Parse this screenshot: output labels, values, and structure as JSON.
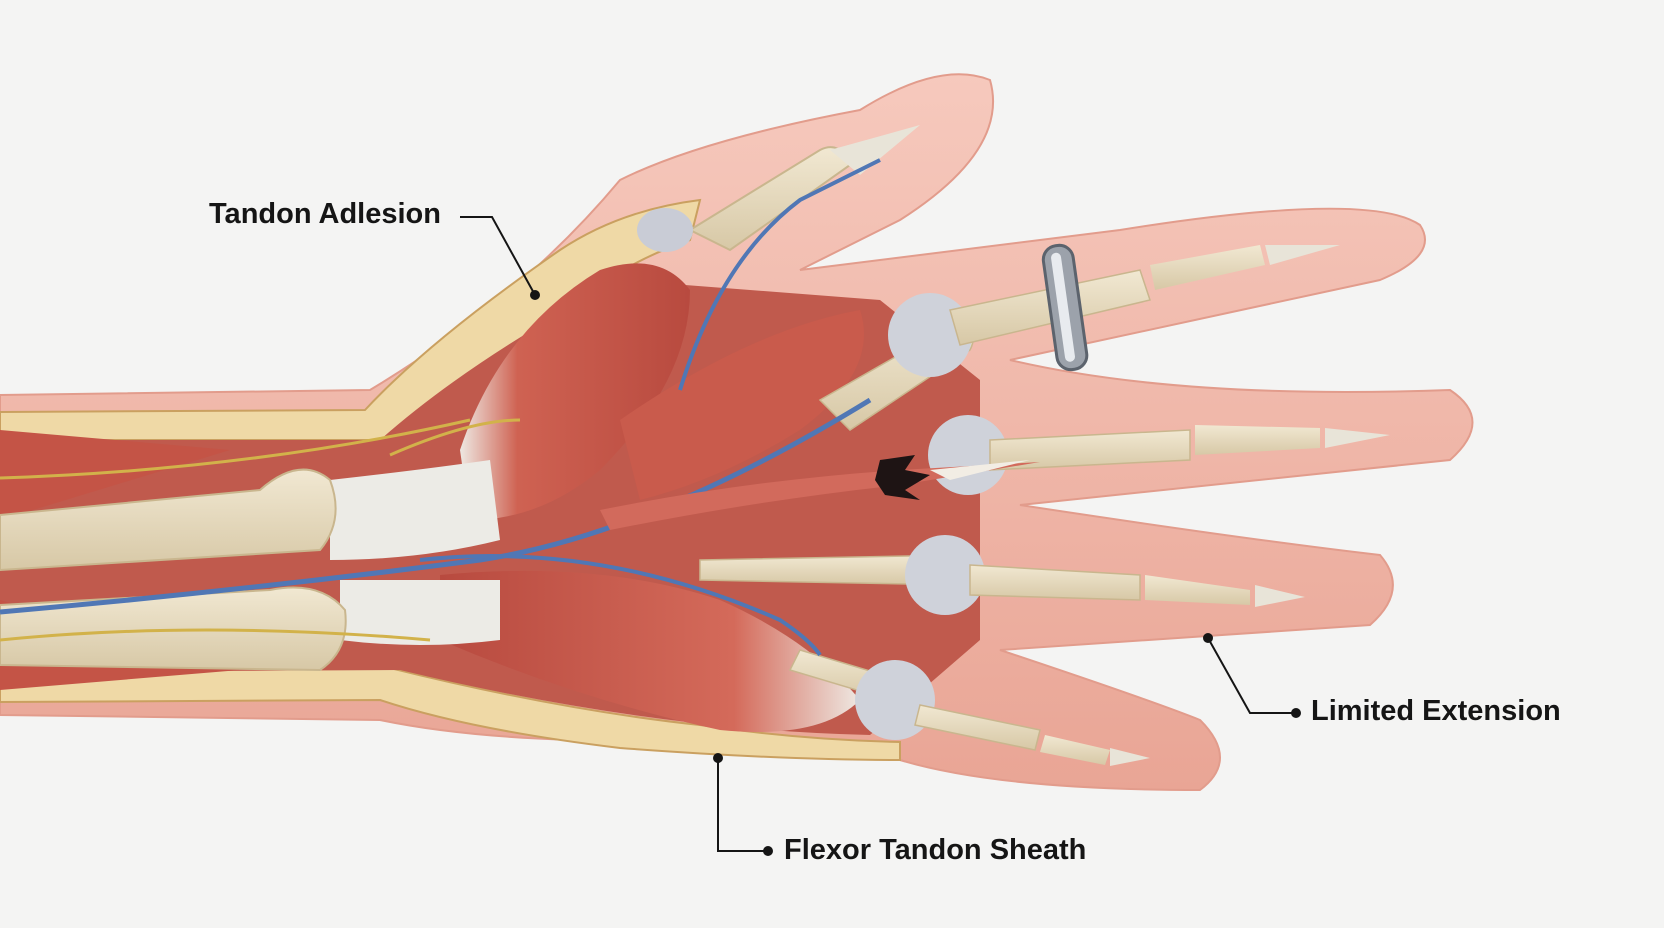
{
  "labels": {
    "tendon_adhesion": "Tandon Adlesion",
    "limited_extension": "Limited Extension",
    "flexor_sheath": "Flexor Tandon Sheath"
  },
  "colors": {
    "background": "#f4f4f3",
    "skin": "#f0b7a8",
    "muscle": "#c8574a",
    "bone": "#e8dcc0",
    "cartilage": "#c9ccd6",
    "vein": "#5077b5",
    "nerve": "#d2b24a",
    "leader": "#151515"
  }
}
